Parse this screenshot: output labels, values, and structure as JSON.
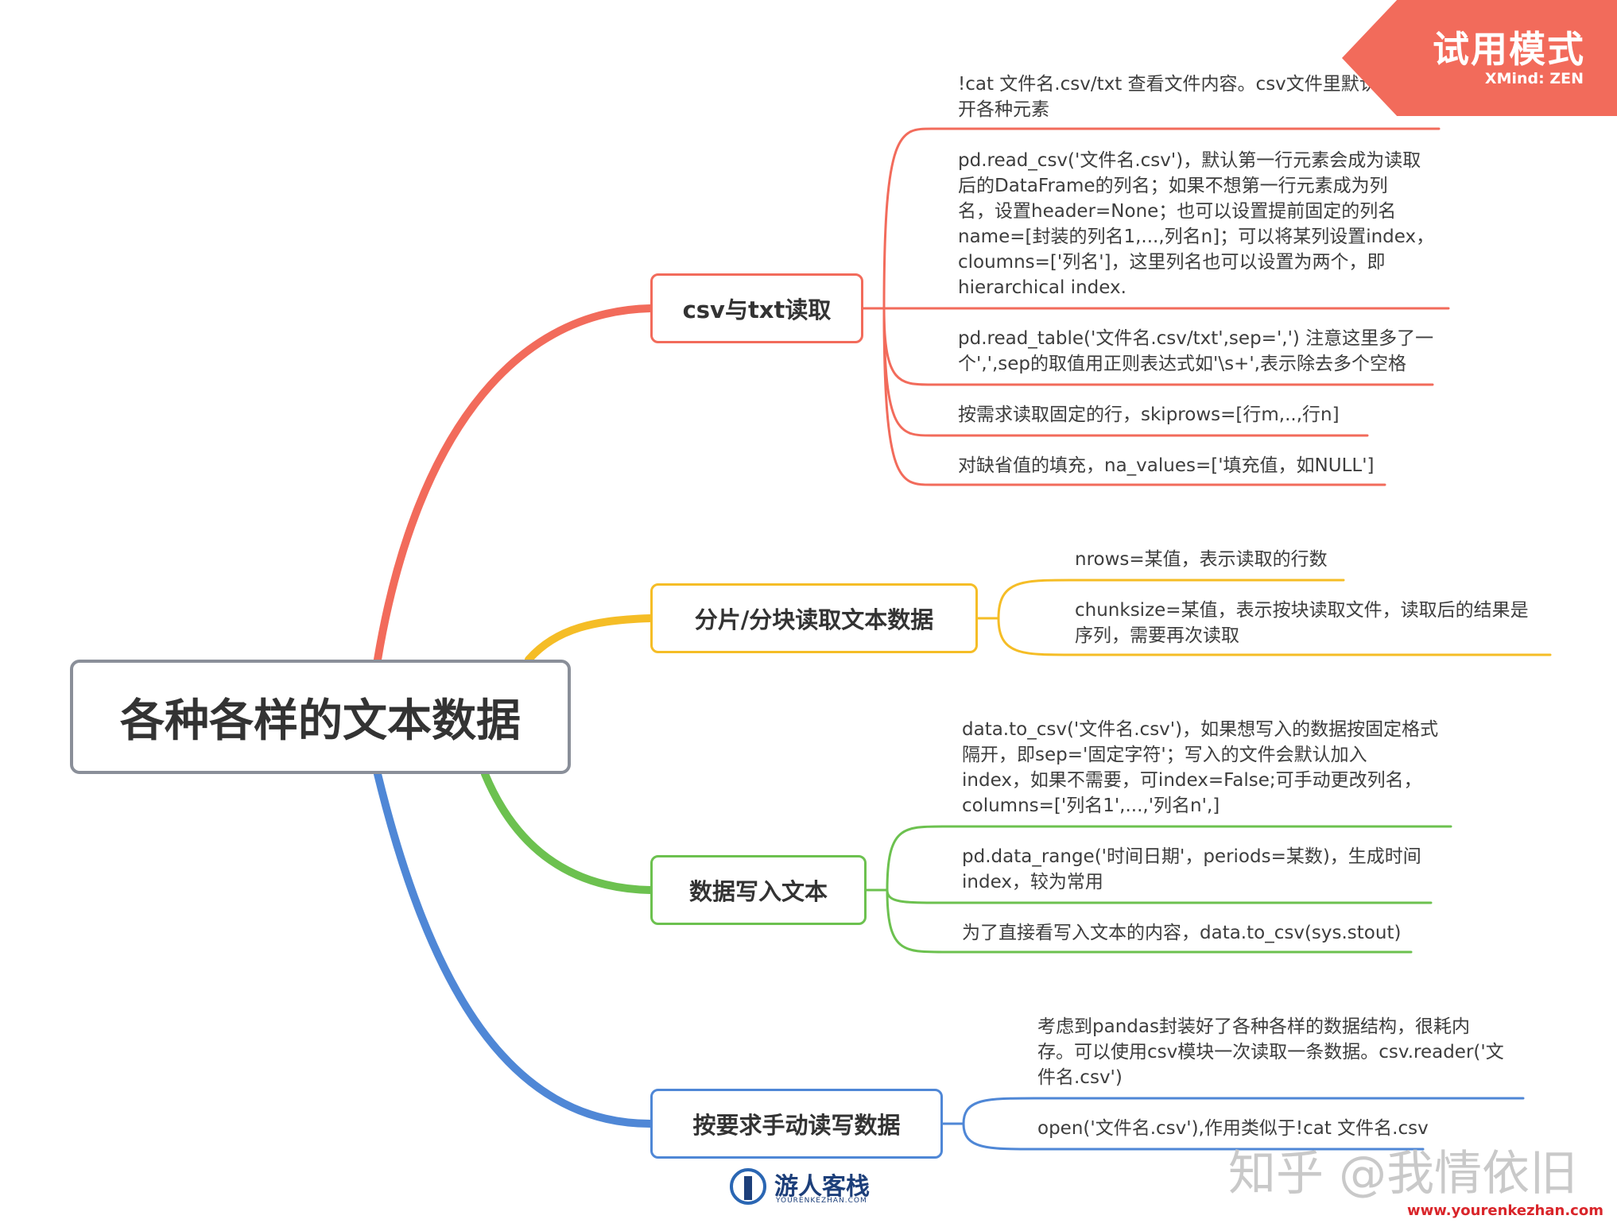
{
  "root": {
    "label": "各种各样的文本数据"
  },
  "colors": {
    "red": "#f26b5b",
    "yellow": "#f5bd26",
    "green": "#6cc14f",
    "blue": "#4f87d6",
    "root_border": "#8a8f99"
  },
  "branches": [
    {
      "label": "csv与txt读取",
      "color": "#f26b5b",
      "leaves": [
        "!cat 文件名.csv/txt 查看文件内容。csv文件里默认以','隔\n开各种元素",
        "pd.read_csv('文件名.csv')，默认第一行元素会成为读取\n后的DataFrame的列名；如果不想第一行元素成为列\n名，设置header=None；也可以设置提前固定的列名\nname=[封装的列名1,...,列名n]；可以将某列设置index，\ncloumns=['列名']，这里列名也可以设置为两个，即\nhierarchical index.",
        "pd.read_table('文件名.csv/txt',sep=',') 注意这里多了一\n个',',sep的取值用正则表达式如'\\s+',表示除去多个空格",
        "按需求读取固定的行，skiprows=[行m,..,行n]",
        "对缺省值的填充，na_values=['填充值，如NULL']"
      ]
    },
    {
      "label": "分片/分块读取文本数据",
      "color": "#f5bd26",
      "leaves": [
        "nrows=某值，表示读取的行数",
        "chunksize=某值，表示按块读取文件，读取后的结果是\n序列，需要再次读取"
      ]
    },
    {
      "label": "数据写入文本",
      "color": "#6cc14f",
      "leaves": [
        "data.to_csv('文件名.csv')，如果想写入的数据按固定格式\n隔开，即sep='固定字符'；写入的文件会默认加入\nindex，如果不需要，可index=False;可手动更改列名，\ncolumns=['列名1',...,'列名n',]",
        "pd.data_range('时间日期'，periods=某数)，生成时间\nindex，较为常用",
        "为了直接看写入文本的内容，data.to_csv(sys.stout)"
      ]
    },
    {
      "label": "按要求手动读写数据",
      "color": "#4f87d6",
      "leaves": [
        "考虑到pandas封装好了各种各样的数据结构，很耗内\n存。可以使用csv模块一次读取一条数据。csv.reader('文\n件名.csv')",
        "open('文件名.csv'),作用类似于!cat 文件名.csv"
      ]
    }
  ],
  "trial_badge": {
    "title": "试用模式",
    "product": "XMind: ZEN"
  },
  "watermark": {
    "text": "知乎 @我情依旧",
    "url": "www.yourenkezhan.com"
  },
  "logo": {
    "name": "游人客栈",
    "sub": "YOURENKEZHAN.COM"
  }
}
